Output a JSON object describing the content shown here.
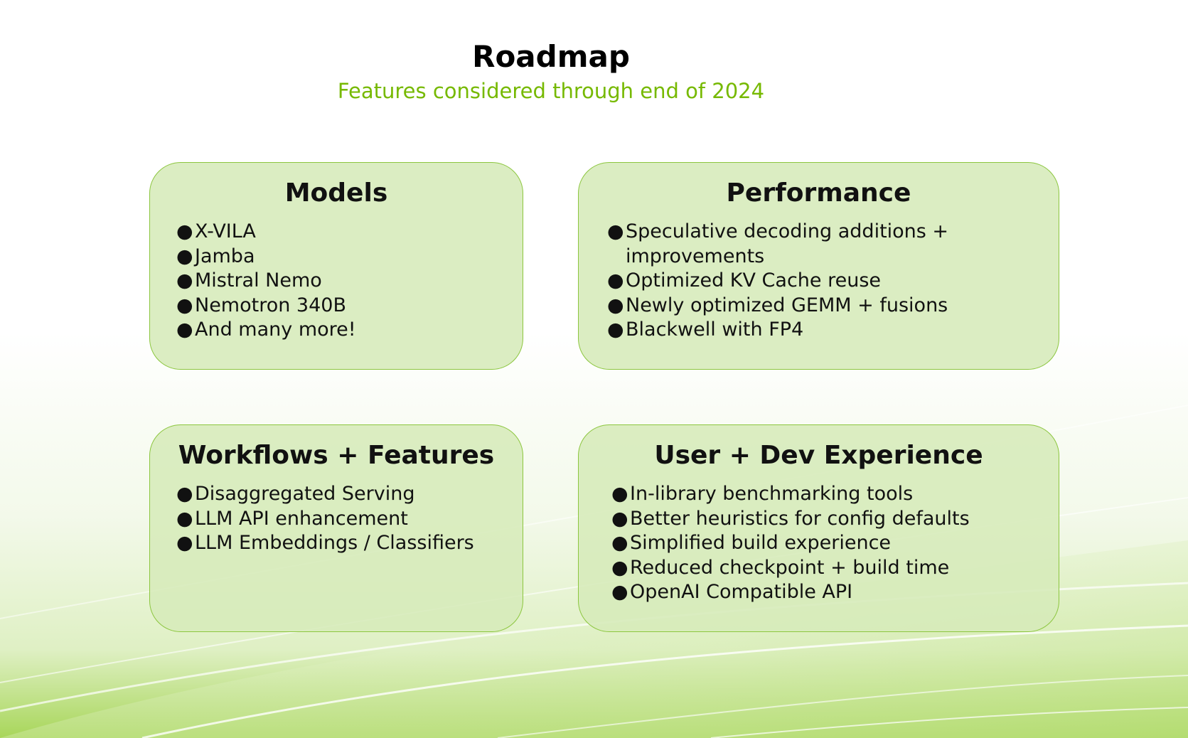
{
  "header": {
    "title": "Roadmap",
    "subtitle": "Features considered through end of 2024"
  },
  "cards": [
    {
      "title": "Models",
      "items": [
        "X-VILA",
        "Jamba",
        "Mistral Nemo",
        "Nemotron 340B",
        "And many more!"
      ]
    },
    {
      "title": "Performance",
      "items": [
        "Speculative decoding additions + improvements",
        "Optimized KV Cache reuse",
        "Newly optimized GEMM + fusions",
        "Blackwell with FP4"
      ]
    },
    {
      "title": "Workflows + Features",
      "items": [
        "Disaggregated Serving",
        "LLM API enhancement",
        "LLM Embeddings / Classifiers"
      ]
    },
    {
      "title": "User + Dev Experience",
      "items": [
        "In-library benchmarking tools",
        "Better heuristics for config defaults",
        "Simplified build experience",
        "Reduced checkpoint + build time",
        "OpenAI Compatible API"
      ]
    }
  ],
  "colors": {
    "accent": "#76b900",
    "card_fill": "#d6eab9",
    "card_border": "#8cc63f",
    "text": "#111111"
  }
}
